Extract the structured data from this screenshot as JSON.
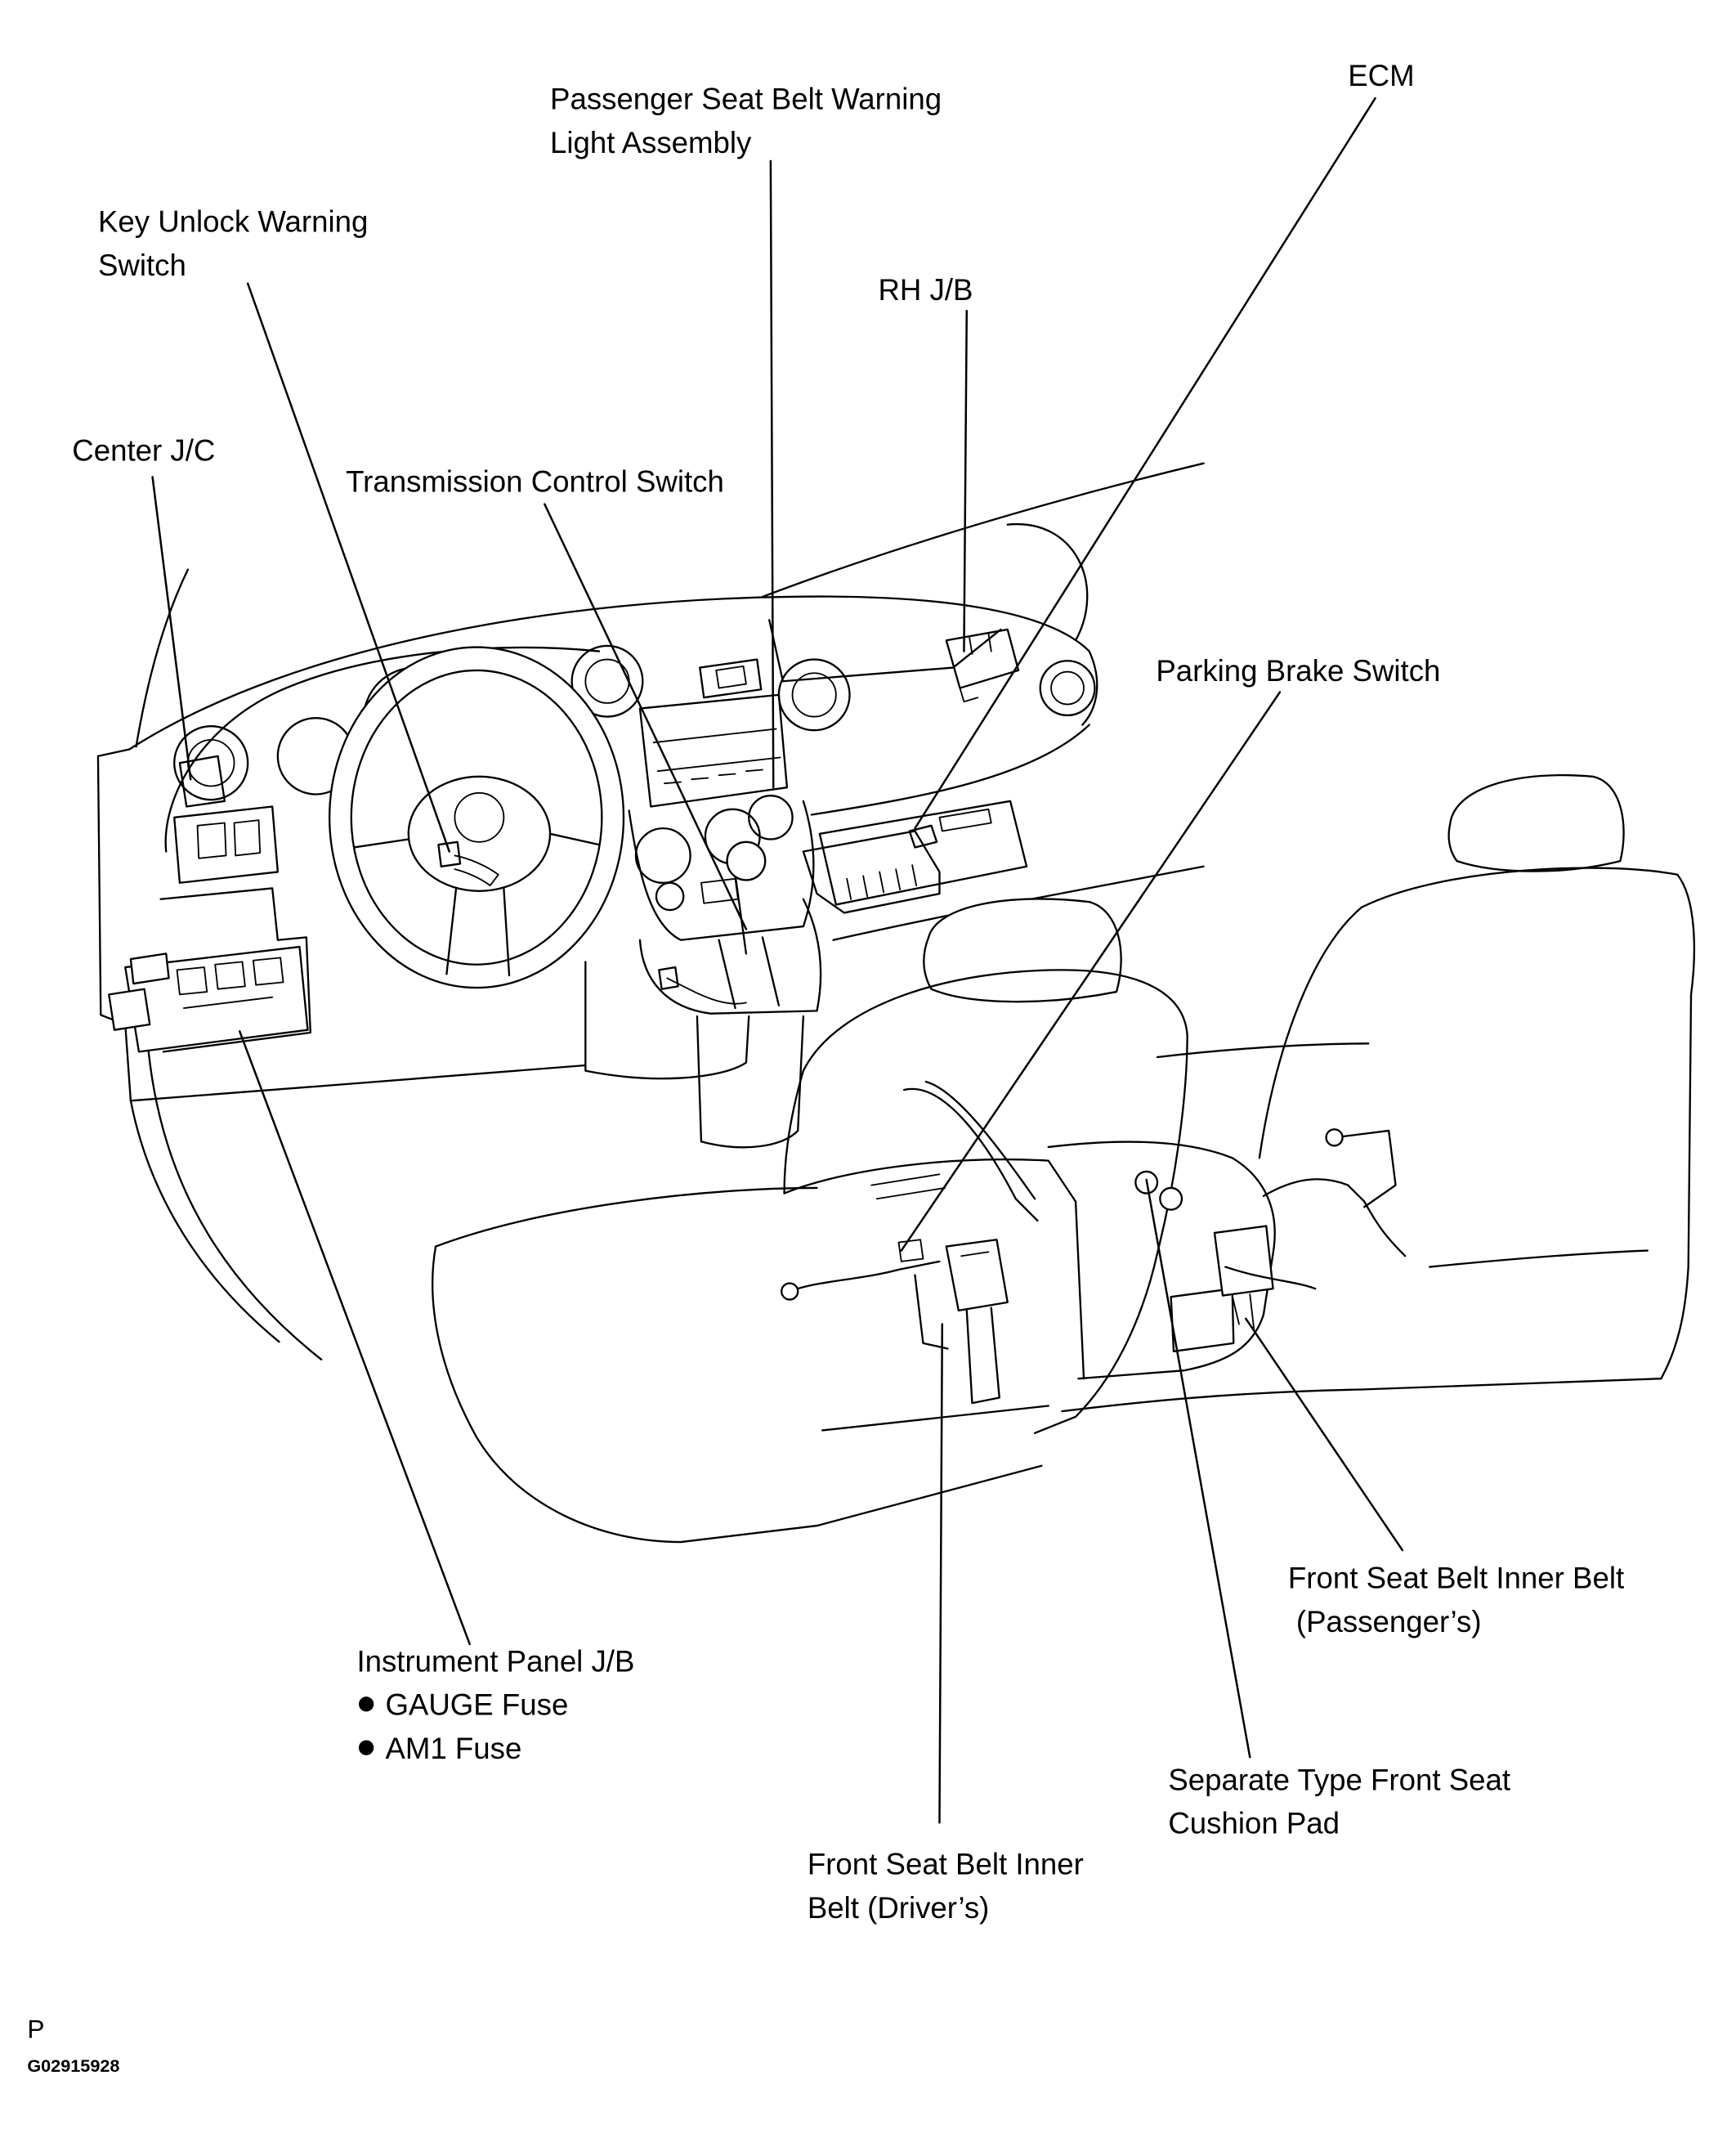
{
  "colors": {
    "ink": "#000000",
    "background": "#ffffff"
  },
  "callouts": {
    "passenger_seat_belt_warning_light_assembly": {
      "lines": [
        "Passenger Seat Belt Warning",
        "Light Assembly"
      ]
    },
    "ecm": {
      "lines": [
        "ECM"
      ]
    },
    "key_unlock_warning_switch": {
      "lines": [
        "Key Unlock Warning",
        "Switch"
      ]
    },
    "rh_jb": {
      "lines": [
        "RH J/B"
      ]
    },
    "center_jc": {
      "lines": [
        "Center J/C"
      ]
    },
    "transmission_control_switch": {
      "lines": [
        "Transmission Control Switch"
      ]
    },
    "parking_brake_switch": {
      "lines": [
        "Parking Brake Switch"
      ]
    },
    "front_seat_belt_inner_belt_passenger": {
      "lines": [
        "Front Seat Belt Inner Belt",
        "(Passenger’s)"
      ]
    },
    "instrument_panel_jb": {
      "lines": [
        "Instrument Panel J/B"
      ],
      "fuses": [
        "GAUGE Fuse",
        "AM1 Fuse"
      ]
    },
    "separate_type_front_seat_cushion_pad": {
      "lines": [
        "Separate Type Front Seat",
        "Cushion Pad"
      ]
    },
    "front_seat_belt_inner_belt_driver": {
      "lines": [
        "Front Seat Belt Inner",
        "Belt (Driver’s)"
      ]
    }
  },
  "footer": {
    "page_code": "P",
    "figure_id": "G02915928"
  }
}
